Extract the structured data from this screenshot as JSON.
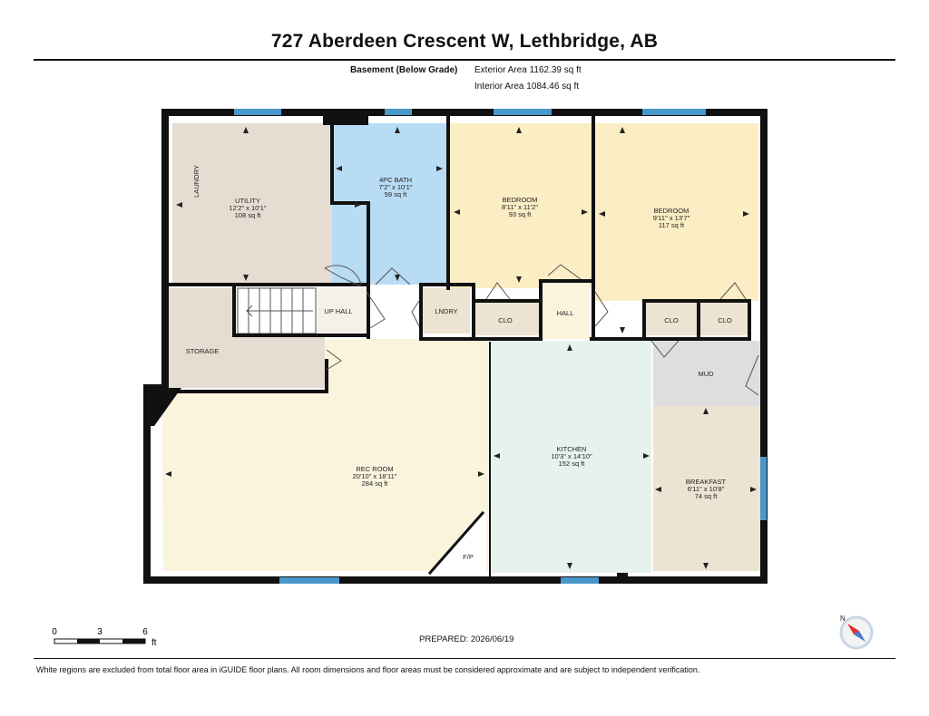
{
  "header": {
    "title": "727 Aberdeen Crescent W, Lethbridge, AB",
    "level": "Basement (Below Grade)",
    "exterior_area": "Exterior Area 1162.39 sq ft",
    "interior_area": "Interior Area 1084.46 sq ft"
  },
  "rooms": {
    "laundry": "LAUNDRY",
    "utility": {
      "name": "UTILITY",
      "dims": "12'2\" x 10'1\"",
      "area": "108 sq ft"
    },
    "bath": {
      "name": "4PC BATH",
      "dims": "7'2\" x 10'1\"",
      "area": "59 sq ft"
    },
    "bedroom1": {
      "name": "BEDROOM",
      "dims": "8'11\" x 11'2\"",
      "area": "93 sq ft"
    },
    "bedroom2": {
      "name": "BEDROOM",
      "dims": "9'11\" x 13'7\"",
      "area": "117 sq ft"
    },
    "up_hall": "UP HALL",
    "lndry": "LNDRY",
    "clo1": "CLO",
    "hall": "HALL",
    "clo2": "CLO",
    "clo3": "CLO",
    "storage": "STORAGE",
    "mud": "MUD",
    "rec": {
      "name": "REC ROOM",
      "dims": "20'10\" x 18'11\"",
      "area": "284 sq ft"
    },
    "kitchen": {
      "name": "KITCHEN",
      "dims": "10'3\" x 14'10\"",
      "area": "152 sq ft"
    },
    "breakfast": {
      "name": "BREAKFAST",
      "dims": "6'11\" x 10'8\"",
      "area": "74 sq ft"
    },
    "fp": "F/P"
  },
  "scale": {
    "ticks": [
      "0",
      "3",
      "6"
    ],
    "unit": "ft"
  },
  "footer": {
    "prepared": "PREPARED: 2026/06/19",
    "disclaimer": "White regions are excluded from total floor area in iGUIDE floor plans. All room dimensions and floor areas must be considered approximate and are subject to independent verification."
  },
  "compass": {
    "label": "N",
    "icon": "compass-icon"
  },
  "colors": {
    "wall": "#111111",
    "utility": "#e5ddd1",
    "bath": "#b9dcf5",
    "bedroom": "#fbedc4",
    "rec": "#faf4dd",
    "kitchen": "#e6f2ec",
    "breakfast": "#ede3d3",
    "mud": "#dedede",
    "storage": "#e5ddd1",
    "window": "#4a98c9"
  }
}
